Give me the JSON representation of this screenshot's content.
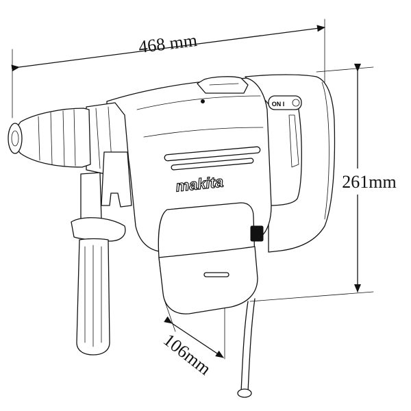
{
  "dimensions": {
    "length": "468 mm",
    "height": "261mm",
    "width": "106mm"
  },
  "product": {
    "brand": "makita",
    "switch": "ON I"
  },
  "colors": {
    "line": "#111111",
    "background": "#ffffff"
  }
}
